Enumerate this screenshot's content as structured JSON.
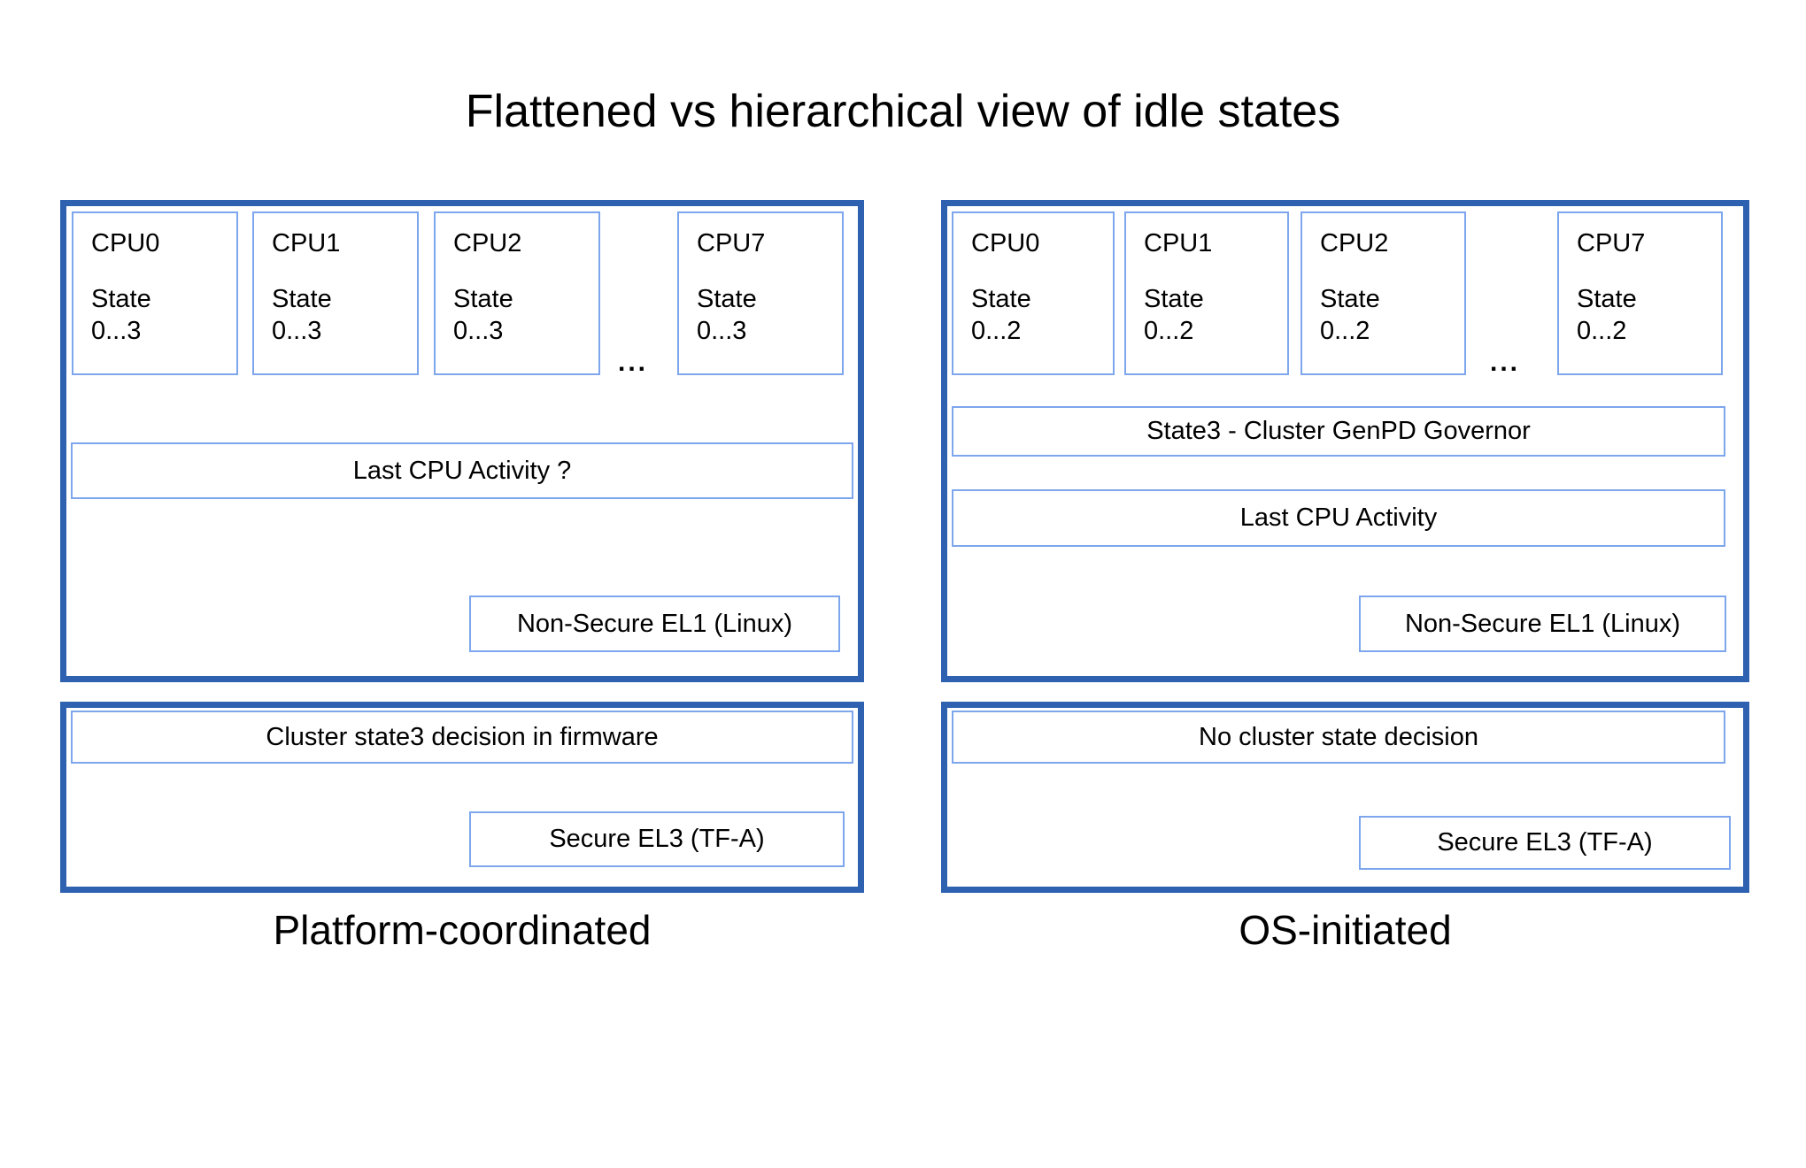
{
  "title": "Flattened vs hierarchical view of idle states",
  "colors": {
    "panel_border": "#2e62b0",
    "box_border": "#7ea6ec",
    "text": "#000000",
    "background": "#ffffff"
  },
  "left": {
    "caption": "Platform-coordinated",
    "ellipsis": "...",
    "cpus": [
      {
        "name": "CPU0",
        "state_word": "State",
        "state_range": "0...3"
      },
      {
        "name": "CPU1",
        "state_word": "State",
        "state_range": "0...3"
      },
      {
        "name": "CPU2",
        "state_word": "State",
        "state_range": "0...3"
      },
      {
        "name": "CPU7",
        "state_word": "State",
        "state_range": "0...3"
      }
    ],
    "upper": {
      "activity_box": "Last CPU Activity ?",
      "el1_box": "Non-Secure EL1 (Linux)"
    },
    "lower": {
      "decision_box": "Cluster state3 decision in firmware",
      "el3_box": "Secure EL3 (TF-A)"
    }
  },
  "right": {
    "caption": "OS-initiated",
    "ellipsis": "...",
    "cpus": [
      {
        "name": "CPU0",
        "state_word": "State",
        "state_range": "0...2"
      },
      {
        "name": "CPU1",
        "state_word": "State",
        "state_range": "0...2"
      },
      {
        "name": "CPU2",
        "state_word": "State",
        "state_range": "0...2"
      },
      {
        "name": "CPU7",
        "state_word": "State",
        "state_range": "0...2"
      }
    ],
    "upper": {
      "governor_box": "State3 - Cluster GenPD Governor",
      "activity_box": "Last CPU Activity",
      "el1_box": "Non-Secure EL1 (Linux)"
    },
    "lower": {
      "decision_box": "No cluster state decision",
      "el3_box": "Secure EL3 (TF-A)"
    }
  }
}
